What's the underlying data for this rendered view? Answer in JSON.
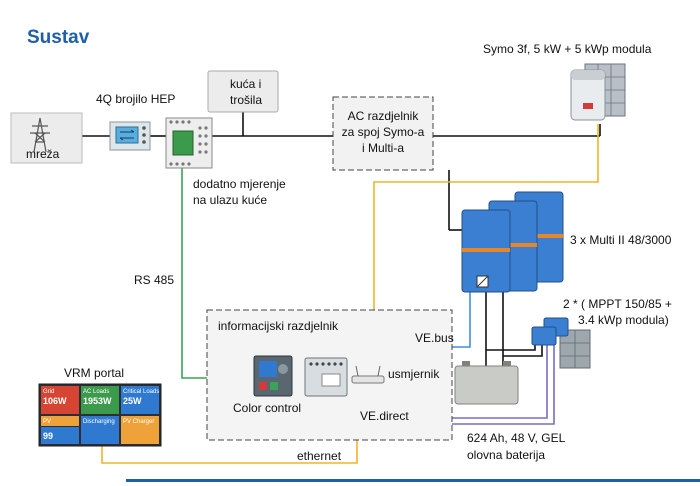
{
  "title": "Sustav",
  "labels": {
    "grid": "mreža",
    "meter": "4Q brojilo HEP",
    "loads_line1": "kuća i",
    "loads_line2": "trošila",
    "ac_panel_line1": "AC razdjelnik",
    "ac_panel_line2": "za spoj Symo-a",
    "ac_panel_line3": "i Multi-a",
    "symo": "Symo  3f, 5 kW + 5 kWp modula",
    "extra_meter_line1": "dodatno mjerenje",
    "extra_meter_line2": "na ulazu kuće",
    "multi": "3 x Multi II 48/3000",
    "rs485": "RS 485",
    "mppt_line1": "2 * ( MPPT 150/85 +",
    "mppt_line2": "3.4 kWp modula)",
    "info_panel": "informacijski razdjelnik",
    "vebus": "VE.bus",
    "router": "usmjernik",
    "vrm": "VRM portal",
    "color_control": "Color control",
    "vedirect": "VE.direct",
    "battery_line1": "624 Ah, 48 V, GEL",
    "battery_line2": "olovna baterija",
    "ethernet": "ethernet"
  },
  "vrm_tiles": {
    "grid_label": "Grid",
    "grid_value": "106W",
    "ac_loads_label": "AC Loads",
    "ac_loads_value": "1953W",
    "critical_label": "Critical Loads",
    "critical_value": "25W",
    "pv_label": "PV",
    "discharging_label": "Discharging",
    "battery_value": "99",
    "charger_label": "PV Charger"
  },
  "colors": {
    "title": "#1f5fa8",
    "ac_wire": "#111111",
    "rs485_wire": "#3aa35a",
    "ethernet_wire": "#f0b429",
    "vedirect_wire": "#7a6bc4",
    "vebus_wire": "#3f8de0",
    "victron_blue": "#3a7fd1",
    "footer_rule": "#1f5fa8"
  }
}
